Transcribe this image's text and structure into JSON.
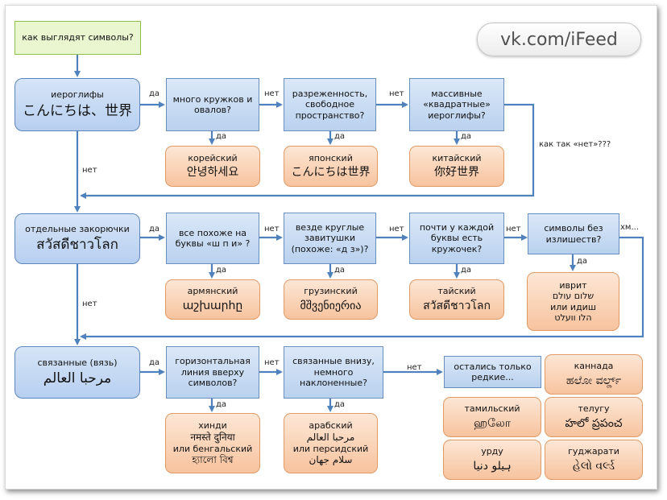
{
  "brand": "vk.com/iFeed",
  "start": "как выглядят символы?",
  "labels": {
    "yes": "да",
    "no": "нет",
    "how_no": "как так «нет»???",
    "hm": "хм..."
  },
  "rows": [
    {
      "category": {
        "title": "иероглифы",
        "script": "こんにちは、世界"
      },
      "questions": [
        "много кружков и овалов?",
        "разреженность, свободное пространство?",
        "массивные «квадратные» иероглифы?"
      ],
      "answers": [
        {
          "name": "корейский",
          "script": "안녕하세요"
        },
        {
          "name": "японский",
          "script": "こんにちは世界"
        },
        {
          "name": "китайский",
          "script": "你好世界"
        }
      ]
    },
    {
      "category": {
        "title": "отдельные закорючки",
        "script": "สวัสดีชาวโลก"
      },
      "questions": [
        "все похоже на буквы «ш п и» ?",
        "везде круглые завитушки (похоже: «д з»)?",
        "почти у каждой буквы есть кружочек?",
        "символы без излишеств?"
      ],
      "answers": [
        {
          "name": "армянский",
          "script": "աշխարհը"
        },
        {
          "name": "грузинский",
          "script": "მშვენიერია"
        },
        {
          "name": "тайский",
          "script": "สวัสดีชาวโลก"
        },
        {
          "name": "иврит",
          "lines": [
            "שלום עולם",
            "или идиш",
            "הלו וועלט"
          ]
        }
      ]
    },
    {
      "category": {
        "title": "связанные (вязь)",
        "script": "مرحبا العالم"
      },
      "questions": [
        "горизонтальная линия вверху символов?",
        "связанные внизу, немного наклоненные?"
      ],
      "rare": "остались только редкие...",
      "answers": [
        {
          "name": "хинди",
          "script": "नमस्ते दुनिया",
          "extra": "или бенгальский",
          "script2": "হ্যালো বিশ্ব"
        },
        {
          "name": "арабский",
          "script": "مرحبا العالم",
          "extra": "или персидский",
          "script2": "سلام جهان"
        }
      ],
      "rare_answers": [
        {
          "name": "каннада",
          "script": "ಹಲೋ ವರ್ಲ್ಡ್"
        },
        {
          "name": "тамильский",
          "script": "ஹலோ"
        },
        {
          "name": "телугу",
          "script": "హలో ప్రపంచ"
        },
        {
          "name": "урду",
          "script": "ہیلو دنیا"
        },
        {
          "name": "гуджарати",
          "script": "હેલો વર્લ્ડ"
        }
      ]
    }
  ]
}
